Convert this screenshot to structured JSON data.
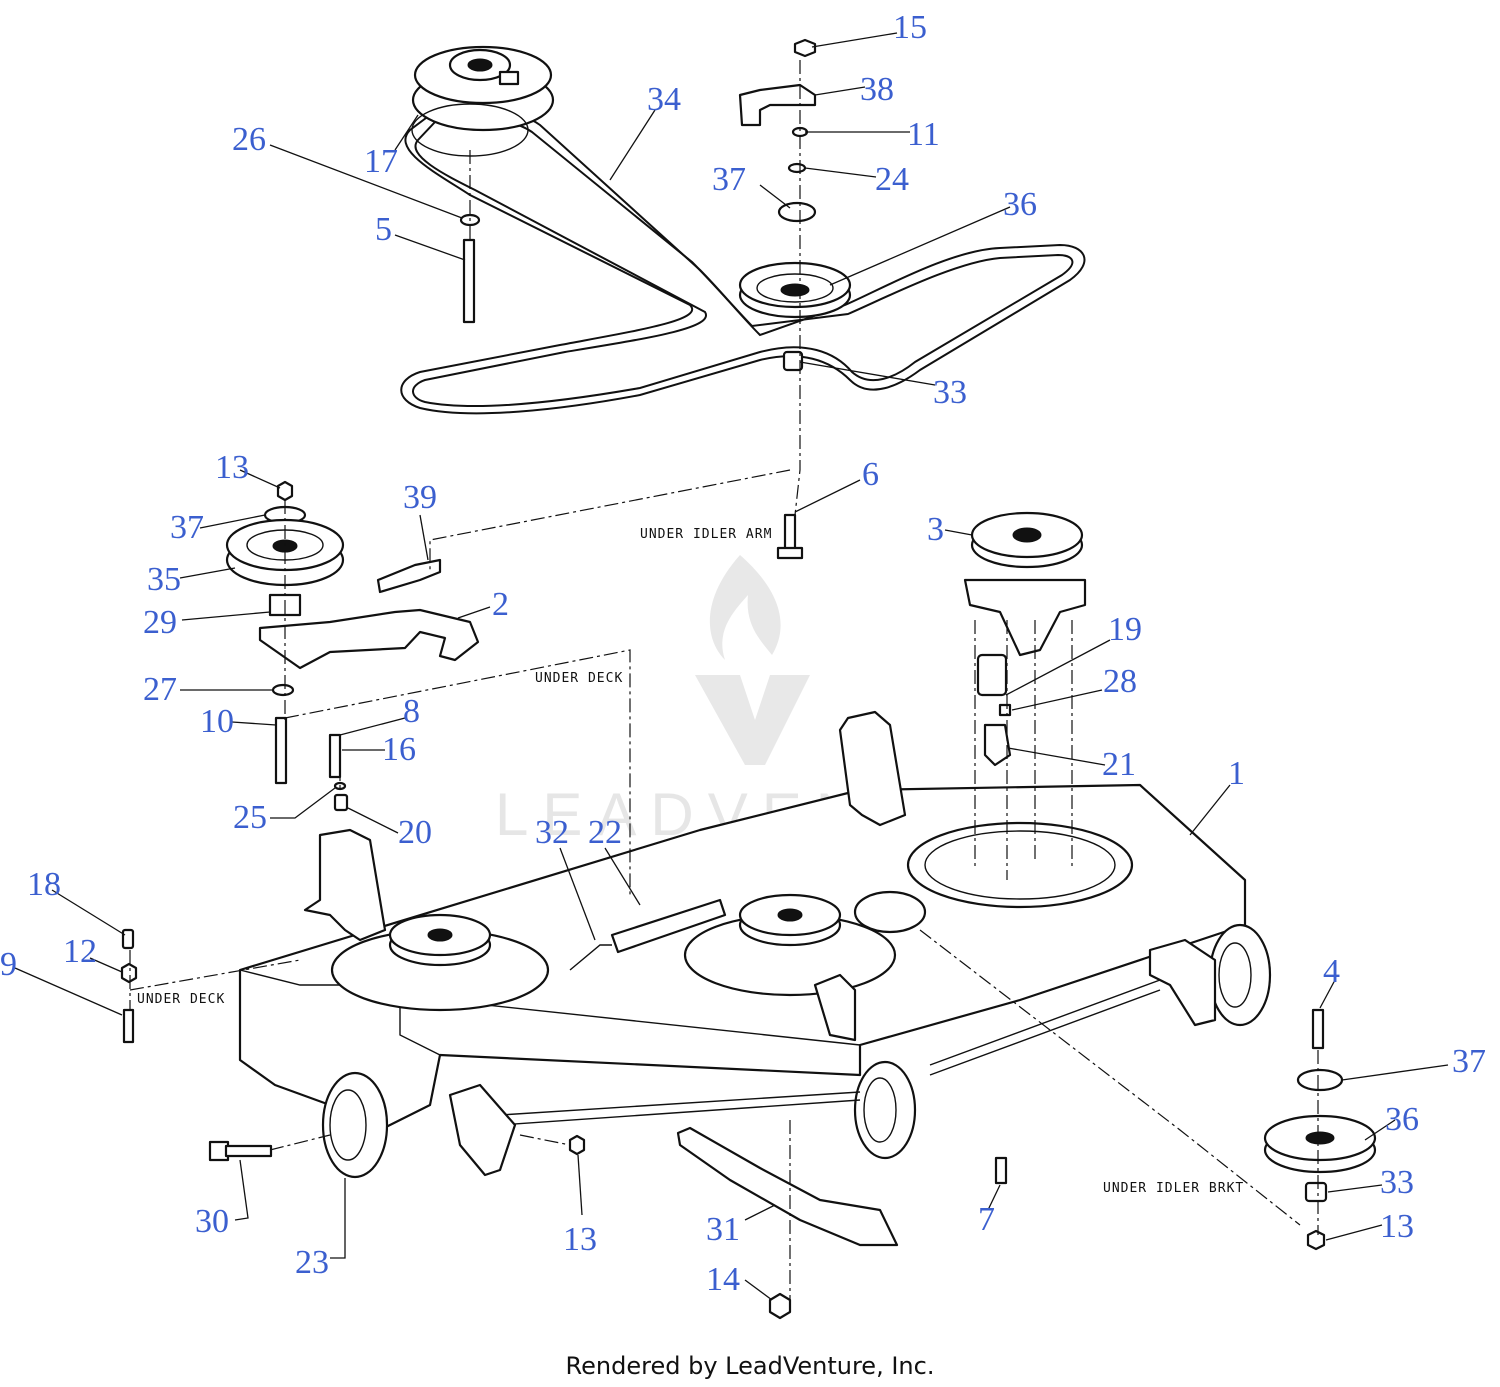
{
  "callouts": [
    {
      "id": "15",
      "label": "15"
    },
    {
      "id": "38",
      "label": "38"
    },
    {
      "id": "11",
      "label": "11"
    },
    {
      "id": "24",
      "label": "24"
    },
    {
      "id": "37a",
      "label": "37"
    },
    {
      "id": "36a",
      "label": "36"
    },
    {
      "id": "34",
      "label": "34"
    },
    {
      "id": "26",
      "label": "26"
    },
    {
      "id": "17",
      "label": "17"
    },
    {
      "id": "5",
      "label": "5"
    },
    {
      "id": "33a",
      "label": "33"
    },
    {
      "id": "6",
      "label": "6"
    },
    {
      "id": "13a",
      "label": "13"
    },
    {
      "id": "37b",
      "label": "37"
    },
    {
      "id": "35",
      "label": "35"
    },
    {
      "id": "39",
      "label": "39"
    },
    {
      "id": "29",
      "label": "29"
    },
    {
      "id": "2",
      "label": "2"
    },
    {
      "id": "27",
      "label": "27"
    },
    {
      "id": "10",
      "label": "10"
    },
    {
      "id": "8",
      "label": "8"
    },
    {
      "id": "16",
      "label": "16"
    },
    {
      "id": "25",
      "label": "25"
    },
    {
      "id": "20",
      "label": "20"
    },
    {
      "id": "3",
      "label": "3"
    },
    {
      "id": "19",
      "label": "19"
    },
    {
      "id": "28",
      "label": "28"
    },
    {
      "id": "21",
      "label": "21"
    },
    {
      "id": "1",
      "label": "1"
    },
    {
      "id": "32",
      "label": "32"
    },
    {
      "id": "22",
      "label": "22"
    },
    {
      "id": "18",
      "label": "18"
    },
    {
      "id": "12",
      "label": "12"
    },
    {
      "id": "9",
      "label": "9"
    },
    {
      "id": "4",
      "label": "4"
    },
    {
      "id": "37c",
      "label": "37"
    },
    {
      "id": "36b",
      "label": "36"
    },
    {
      "id": "33b",
      "label": "33"
    },
    {
      "id": "13b",
      "label": "13"
    },
    {
      "id": "30",
      "label": "30"
    },
    {
      "id": "23",
      "label": "23"
    },
    {
      "id": "13c",
      "label": "13"
    },
    {
      "id": "31",
      "label": "31"
    },
    {
      "id": "7",
      "label": "7"
    },
    {
      "id": "14",
      "label": "14"
    }
  ],
  "notes": {
    "under_idler_arm": "UNDER IDLER ARM",
    "under_deck_center": "UNDER DECK",
    "under_deck_left": "UNDER DECK",
    "under_idler_brkt": "UNDER IDLER BRKT"
  },
  "watermark": "LEADVENTURE",
  "credit": "Rendered by LeadVenture, Inc."
}
